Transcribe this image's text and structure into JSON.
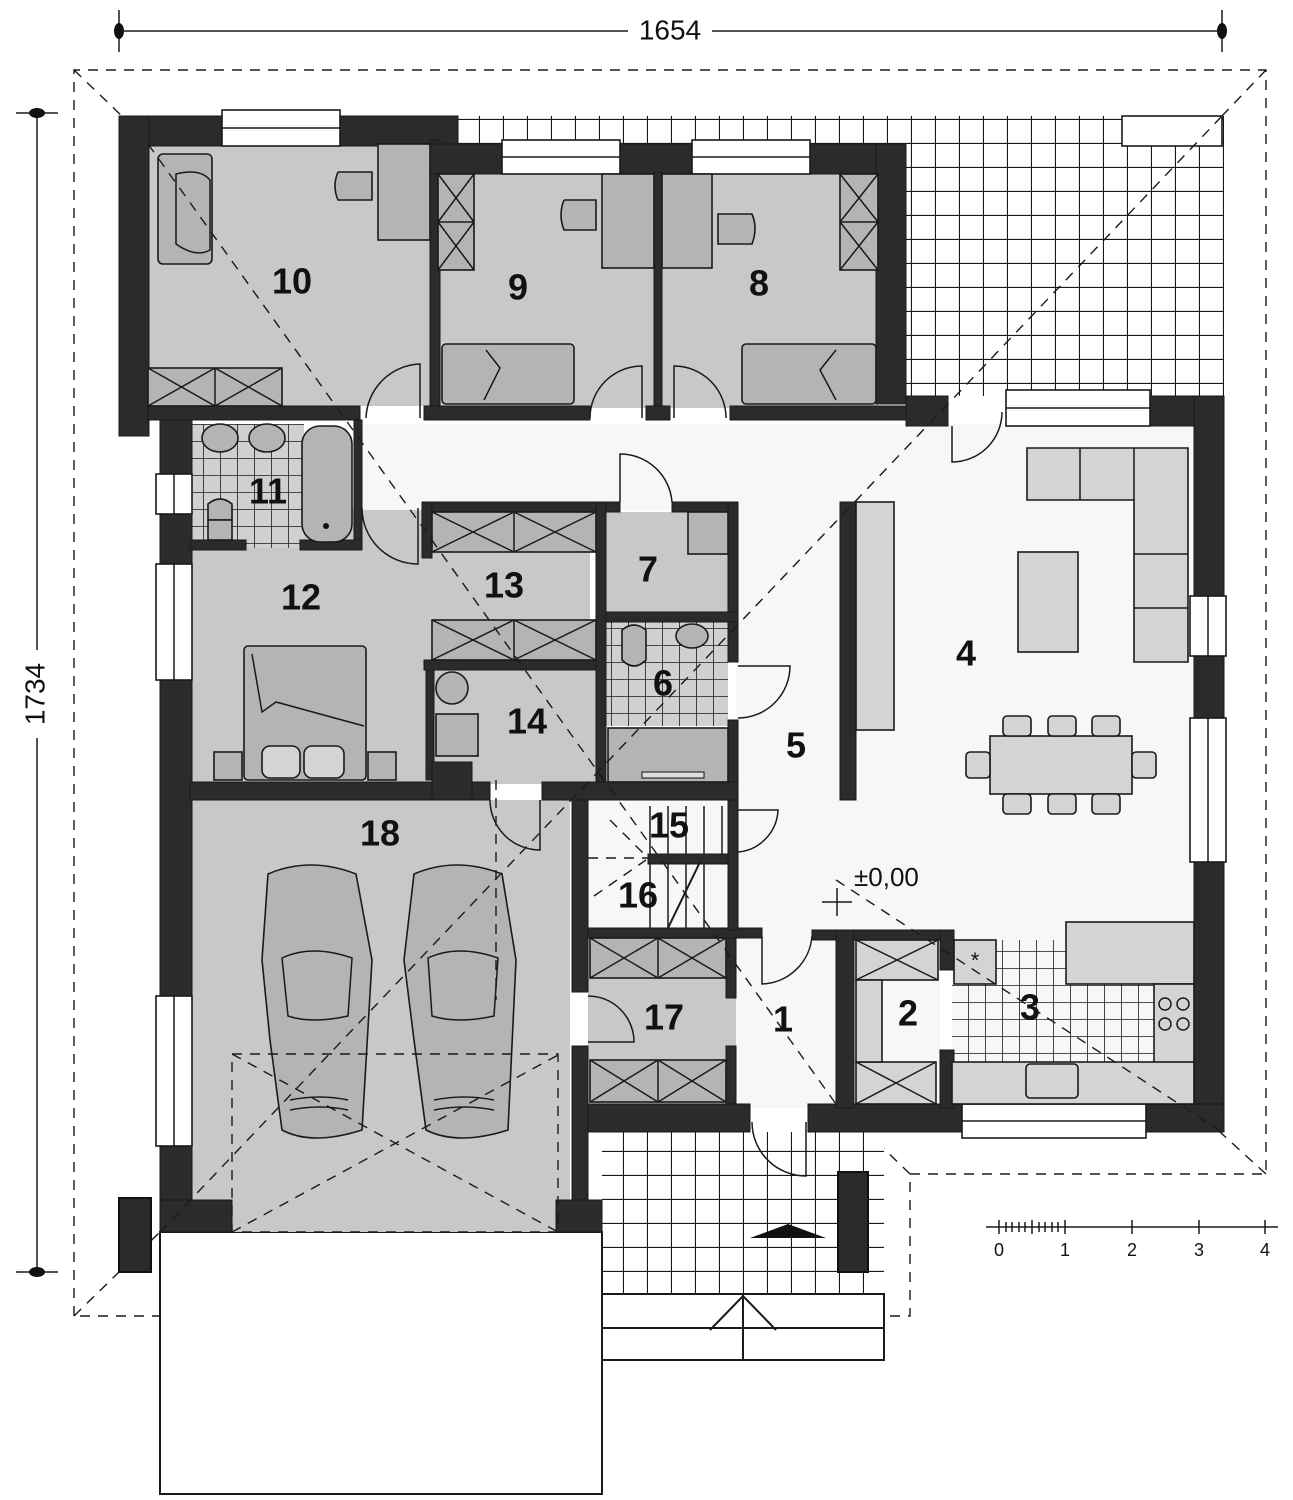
{
  "dimensions": {
    "width_label": "1654",
    "height_label": "1734"
  },
  "level_marker": "±0,00",
  "scale_bar": {
    "ticks": [
      "0",
      "1",
      "2",
      "3",
      "4"
    ],
    "unit": "m"
  },
  "colors": {
    "wall": "#2b2b2b",
    "private_floor": "#c8c8c8",
    "day_floor": "#f7f7f7",
    "furniture": "#b4b4b4",
    "furniture_light": "#d4d4d4",
    "tile_bg": "#ffffff"
  },
  "rooms": [
    {
      "id": "1",
      "label": "1"
    },
    {
      "id": "2",
      "label": "2"
    },
    {
      "id": "3",
      "label": "3"
    },
    {
      "id": "4",
      "label": "4"
    },
    {
      "id": "5",
      "label": "5"
    },
    {
      "id": "6",
      "label": "6"
    },
    {
      "id": "7",
      "label": "7"
    },
    {
      "id": "8",
      "label": "8"
    },
    {
      "id": "9",
      "label": "9"
    },
    {
      "id": "10",
      "label": "10"
    },
    {
      "id": "11",
      "label": "11"
    },
    {
      "id": "12",
      "label": "12"
    },
    {
      "id": "13",
      "label": "13"
    },
    {
      "id": "14",
      "label": "14"
    },
    {
      "id": "15",
      "label": "15"
    },
    {
      "id": "16",
      "label": "16"
    },
    {
      "id": "17",
      "label": "17"
    },
    {
      "id": "18",
      "label": "18"
    }
  ]
}
